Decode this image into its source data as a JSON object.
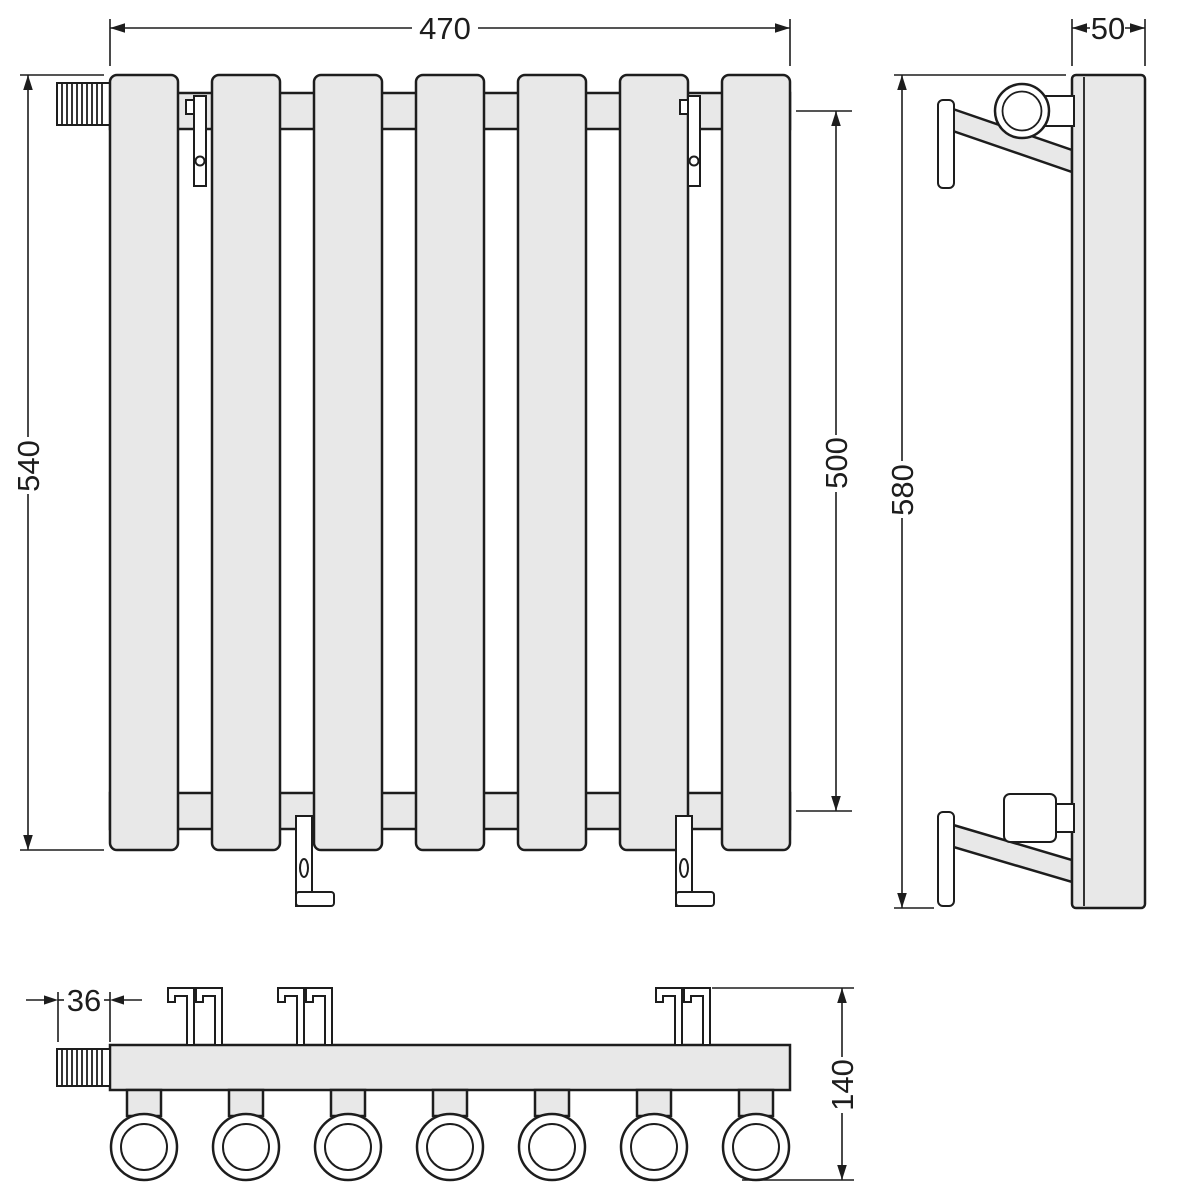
{
  "dimensions": {
    "front_width": "470",
    "side_depth": "50",
    "front_height": "540",
    "connection_height": "500",
    "side_height": "580",
    "valve_length": "36",
    "total_depth": "140"
  },
  "front_view": {
    "panel_count": 7
  },
  "bottom_view": {
    "tube_count": 7
  },
  "colors": {
    "line": "#1d1d1d",
    "panel_fill": "#e8e8e8",
    "background": "#ffffff"
  }
}
